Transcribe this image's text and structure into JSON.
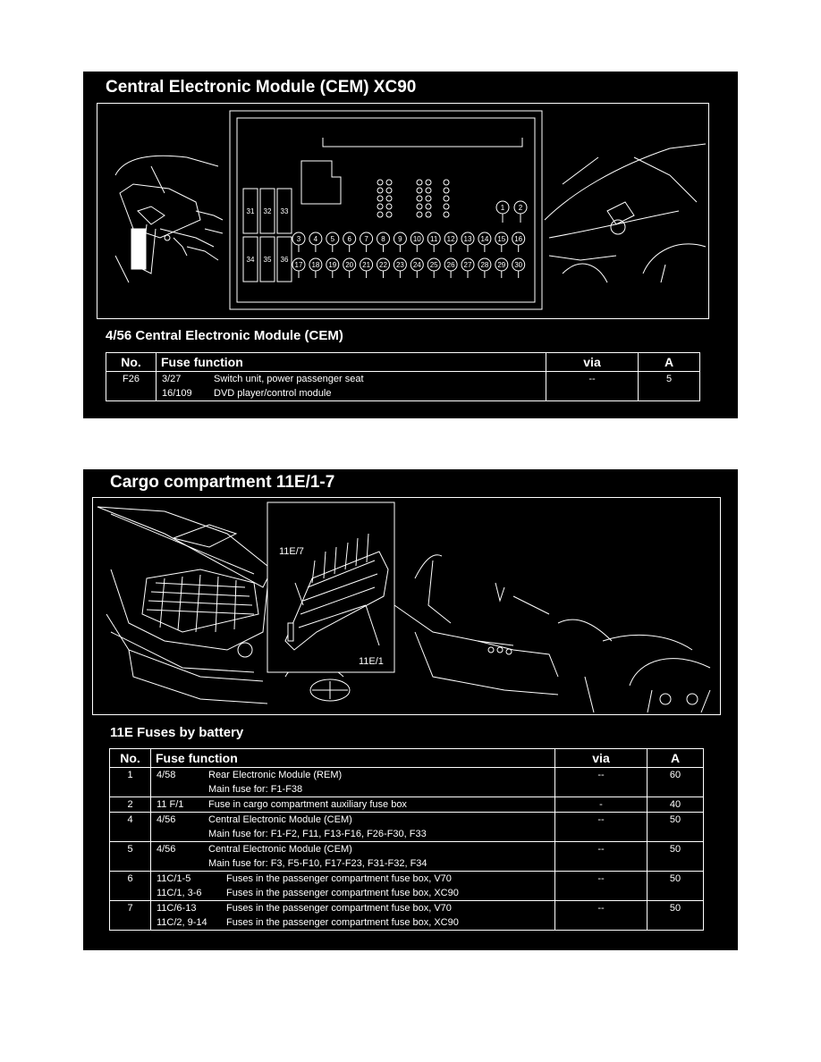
{
  "cem_panel": {
    "title": "Central Electronic Module (CEM) XC90",
    "diagram": {
      "relay_labels": [
        "31",
        "32",
        "33",
        "34",
        "35",
        "36"
      ],
      "fuse_row_top": [
        "1",
        "2"
      ],
      "fuse_row_mid": [
        "3",
        "4",
        "5",
        "6",
        "7",
        "8",
        "9",
        "10",
        "11",
        "12",
        "13",
        "14",
        "15",
        "16"
      ],
      "fuse_row_bottom": [
        "17",
        "18",
        "19",
        "20",
        "21",
        "22",
        "23",
        "24",
        "25",
        "26",
        "27",
        "28",
        "29",
        "30"
      ]
    },
    "subtitle": "4/56 Central Electronic Module (CEM)",
    "headers": {
      "no": "No.",
      "function": "Fuse function",
      "via": "via",
      "amp": "A"
    },
    "rows": [
      {
        "no": "F26",
        "lines": [
          {
            "code": "3/27",
            "desc": "Switch unit, power passenger seat",
            "via": "-"
          },
          {
            "code": "16/109",
            "desc": "DVD player/control module",
            "via": "-"
          }
        ],
        "amp": "5"
      }
    ]
  },
  "cargo_panel": {
    "title": "Cargo compartment 11E/1-7",
    "diagram": {
      "callout_top": "11E/7",
      "callout_bottom": "11E/1"
    },
    "subtitle": "11E Fuses by battery",
    "headers": {
      "no": "No.",
      "function": "Fuse function",
      "via": "via",
      "amp": "A"
    },
    "rows": [
      {
        "no": "1",
        "lines": [
          {
            "code": "4/58",
            "desc": "Rear Electronic Module (REM)",
            "via": "-"
          },
          {
            "code": "",
            "desc": "Main fuse for: F1-F38",
            "via": "-"
          }
        ],
        "amp": "60"
      },
      {
        "no": "2",
        "lines": [
          {
            "code": "11 F/1",
            "desc": "Fuse in cargo compartment auxiliary fuse box",
            "via": "-"
          }
        ],
        "amp": "40"
      },
      {
        "no": "4",
        "lines": [
          {
            "code": "4/56",
            "desc": "Central Electronic Module (CEM)",
            "via": "-"
          },
          {
            "code": "",
            "desc": "Main fuse for: F1-F2, F11, F13-F16, F26-F30, F33",
            "via": "-"
          }
        ],
        "amp": "50"
      },
      {
        "no": "5",
        "lines": [
          {
            "code": "4/56",
            "desc": "Central Electronic Module (CEM)",
            "via": "-"
          },
          {
            "code": "",
            "desc": "Main fuse for: F3, F5-F10, F17-F23, F31-F32, F34",
            "via": "-"
          }
        ],
        "amp": "50"
      },
      {
        "no": "6",
        "lines": [
          {
            "code": "11C/1-5",
            "desc": "Fuses in the passenger compartment fuse box, V70",
            "via": "-"
          },
          {
            "code": "11C/1, 3-6",
            "desc": "Fuses in the passenger compartment fuse box, XC90",
            "via": "-"
          }
        ],
        "amp": "50"
      },
      {
        "no": "7",
        "lines": [
          {
            "code": "11C/6-13",
            "desc": "Fuses in the passenger compartment fuse box, V70",
            "via": "-"
          },
          {
            "code": "11C/2, 9-14",
            "desc": "Fuses in the passenger compartment fuse box, XC90",
            "via": "-"
          }
        ],
        "amp": "50"
      }
    ]
  }
}
